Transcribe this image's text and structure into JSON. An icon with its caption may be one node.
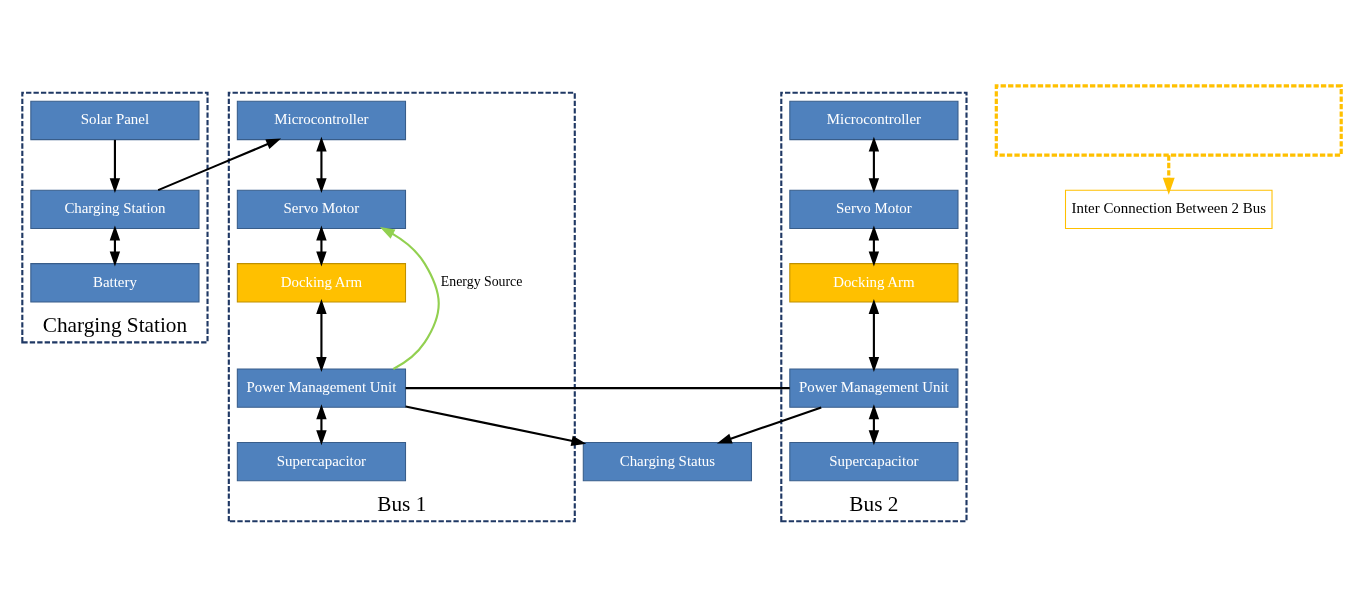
{
  "diagram": {
    "nodes": [
      {
        "text": [
          "Charging Station"
        ]
      },
      {
        "text": [
          "Solar Panel"
        ],
        "in": 0
      },
      {
        "text": [
          "Charging Station"
        ],
        "in": 0
      },
      {
        "text": [
          "Battery"
        ],
        "in": 0
      },
      {
        "text": [
          "Bus 1"
        ]
      },
      {
        "text": [
          "Microcontroller"
        ],
        "in": 4
      },
      {
        "text": [
          "Servo Motor"
        ],
        "in": 4
      },
      {
        "text": [
          "Docking Arm"
        ],
        "in": 4
      },
      {
        "text": [
          "Power Management Unit"
        ],
        "in": 4
      },
      {
        "text": [
          "Supercapacitor"
        ],
        "in": 4
      },
      {
        "text": [
          "Bus 2"
        ]
      },
      {
        "text": [
          "Microcontroller"
        ],
        "in": 10
      },
      {
        "text": [
          "Servo Motor"
        ],
        "in": 10
      },
      {
        "text": [
          "Docking Arm"
        ],
        "in": 10
      },
      {
        "text": [
          "Power Management Unit"
        ],
        "in": 10
      },
      {
        "text": [
          "Supercapacitor"
        ],
        "in": 10
      },
      {
        "text": [],
        "shape": "box"
      },
      {
        "text": [
          "Charging Status"
        ]
      },
      {
        "text": [
          "Inter Connection Between 2 Bus"
        ]
      }
    ],
    "edges": [
      {
        "from": 1,
        "to": 2,
        "arrow": "to"
      },
      {
        "from": 2,
        "to": 3,
        "arrow": "both"
      },
      {
        "from": 2,
        "to": 5,
        "arrow": "to"
      },
      {
        "from": 8,
        "to": 6,
        "arrow": "to",
        "label": "Energy Source",
        "color": "#92d050"
      },
      {
        "from": 5,
        "to": 6,
        "arrow": "both"
      },
      {
        "from": 6,
        "to": 7,
        "arrow": "both"
      },
      {
        "from": 7,
        "to": 8,
        "arrow": "both"
      },
      {
        "from": 8,
        "to": 9,
        "arrow": "both"
      },
      {
        "from": 11,
        "to": 12,
        "arrow": "both"
      },
      {
        "from": 12,
        "to": 13,
        "arrow": "both"
      },
      {
        "from": 13,
        "to": 14,
        "arrow": "both"
      },
      {
        "from": 14,
        "to": 15,
        "arrow": "both"
      },
      {
        "from": 8,
        "to": 14,
        "arrow": "none"
      },
      {
        "from": 8,
        "to": 17,
        "arrow": "to"
      },
      {
        "from": 14,
        "to": 17,
        "arrow": "to"
      },
      {
        "from": 16,
        "to": 18,
        "arrow": "to",
        "style": "dashed",
        "color": "#ffc000"
      }
    ]
  }
}
